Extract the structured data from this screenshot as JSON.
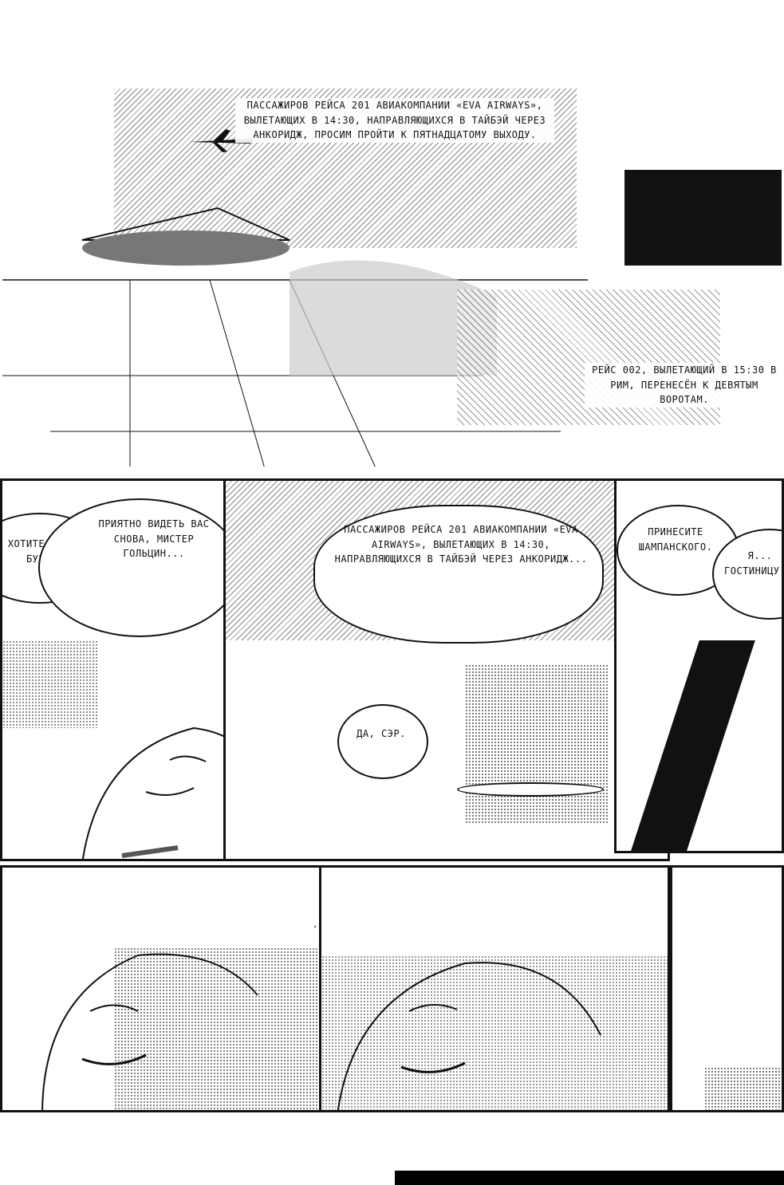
{
  "panel_top_left": {
    "caption": "Пассажиров рейса 201 авиакомпании «Eva Airways», вылетающих в 14:30, направляющихся в Тайбэй через Анкоридж, просим пройти к пятнадцатому выходу."
  },
  "panel_top_right": {
    "caption": "Рейс 002, вылетающий в 15:30 в Рим, перенесён к девятым воротам."
  },
  "panel_mid_left": {
    "speech_1": "Хотите выпить бурбон?",
    "speech_2": "Приятно видеть вас снова, мистер Гольцин..."
  },
  "panel_mid_center": {
    "caption": "Пассажиров рейса 201 авиакомпании «Eva Airways», вылетающих в 14:30, направляющихся в Тайбэй через Анкоридж...",
    "speech": "Да, сэр."
  },
  "panel_mid_right": {
    "speech_1": "Принесите шампанского.",
    "speech_2": "Я... гостиницу..."
  },
  "panel_bottom_left": {
    "speech": "..."
  }
}
